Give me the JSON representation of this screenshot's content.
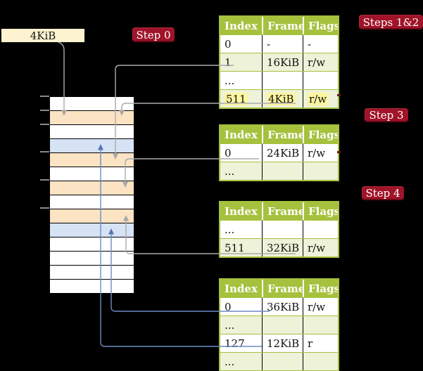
{
  "palette": {
    "background": "#000000",
    "badge_red": "#a01328",
    "table_header_green": "#a5c13d",
    "table_row_green": "#edf2d8",
    "highlight_yellow": "#fdf5a0",
    "frame_orange": "#fbe3c4",
    "page_blue": "#d5e3f5",
    "cr3_cream": "#fdf3d0",
    "arrow_gray": "#ababab",
    "arrow_blue": "#6b8cc2"
  },
  "cr3_box": {
    "label": "4KiB"
  },
  "badges": {
    "step0": "Step 0",
    "steps12": "Steps 1&2",
    "step3": "Step 3",
    "step4": "Step 4"
  },
  "tables": {
    "headers": [
      "Index",
      "Frame",
      "Flags"
    ],
    "t1": {
      "rows": [
        [
          "0",
          "-",
          "-"
        ],
        [
          "1",
          "16KiB",
          "r/w"
        ],
        [
          "...",
          "",
          ""
        ],
        [
          "511",
          "4KiB",
          "r/w"
        ]
      ]
    },
    "t2": {
      "rows": [
        [
          "0",
          "24KiB",
          "r/w"
        ],
        [
          "...",
          "",
          ""
        ]
      ]
    },
    "t3": {
      "rows": [
        [
          "...",
          "",
          ""
        ],
        [
          "511",
          "32KiB",
          "r/w"
        ]
      ]
    },
    "t4": {
      "rows": [
        [
          "0",
          "36KiB",
          "r/w"
        ],
        [
          "...",
          "",
          ""
        ],
        [
          "127",
          "12KiB",
          "r"
        ],
        [
          "...",
          "",
          ""
        ]
      ]
    }
  },
  "memory": {
    "rows": [
      "kind-empty",
      "kind-table",
      "kind-empty",
      "kind-page",
      "kind-table",
      "kind-empty",
      "kind-table",
      "kind-empty",
      "kind-table",
      "kind-page",
      "kind-empty",
      "kind-empty",
      "kind-empty",
      "kind-empty"
    ]
  }
}
